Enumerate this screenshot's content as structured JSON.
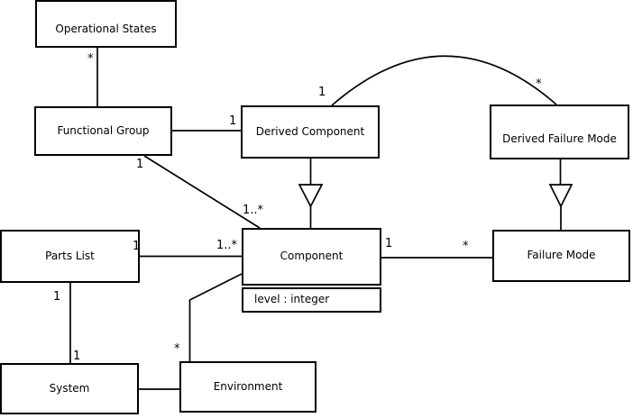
{
  "diagram": {
    "type": "uml-class-diagram",
    "background_color": "#ffffff",
    "line_color": "#000000",
    "classes": [
      {
        "id": "operational-states",
        "name": "Operational States"
      },
      {
        "id": "functional-group",
        "name": "Functional Group"
      },
      {
        "id": "derived-component",
        "name": "Derived Component"
      },
      {
        "id": "derived-failure-mode",
        "name": "Derived Failure Mode"
      },
      {
        "id": "component",
        "name": "Component",
        "attributes": [
          "level : integer"
        ]
      },
      {
        "id": "failure-mode",
        "name": "Failure Mode"
      },
      {
        "id": "parts-list",
        "name": "Parts List"
      },
      {
        "id": "system",
        "name": "System"
      },
      {
        "id": "environment",
        "name": "Environment"
      }
    ],
    "relationships": [
      {
        "from": "Operational States",
        "to": "Functional Group",
        "type": "association",
        "from_multiplicity": "*",
        "to_multiplicity": ""
      },
      {
        "from": "Functional Group",
        "to": "Derived Component",
        "type": "association",
        "from_multiplicity": "",
        "to_multiplicity": "1"
      },
      {
        "from": "Derived Component",
        "to": "Derived Failure Mode",
        "type": "association-arc",
        "from_multiplicity": "1",
        "to_multiplicity": "*"
      },
      {
        "from": "Derived Component",
        "to": "Component",
        "type": "generalization"
      },
      {
        "from": "Derived Failure Mode",
        "to": "Failure Mode",
        "type": "generalization"
      },
      {
        "from": "Functional Group",
        "to": "Component",
        "type": "association",
        "from_multiplicity": "1",
        "to_multiplicity": "1..*"
      },
      {
        "from": "Parts List",
        "to": "Component",
        "type": "association",
        "from_multiplicity": "1",
        "to_multiplicity": "1..*"
      },
      {
        "from": "Component",
        "to": "Failure Mode",
        "type": "association",
        "from_multiplicity": "1",
        "to_multiplicity": "*"
      },
      {
        "from": "Parts List",
        "to": "System",
        "type": "association",
        "from_multiplicity": "1",
        "to_multiplicity": "1"
      },
      {
        "from": "System",
        "to": "Environment",
        "type": "association"
      },
      {
        "from": "Environment",
        "to": "Component",
        "type": "association",
        "from_multiplicity": "*",
        "to_multiplicity": ""
      }
    ],
    "multiplicities": {
      "operational_states_functional_group": "*",
      "functional_group_derived_component": "1",
      "derived_component_arc_end": "1",
      "derived_failure_mode_arc_end": "*",
      "functional_group_component_source": "1",
      "functional_group_component_target": "1..*",
      "parts_list_component_source": "1",
      "parts_list_component_target": "1..*",
      "component_failure_mode_source": "1",
      "component_failure_mode_target": "*",
      "parts_list_system_source": "1",
      "parts_list_system_target": "1",
      "environment_component_source": "*"
    }
  }
}
